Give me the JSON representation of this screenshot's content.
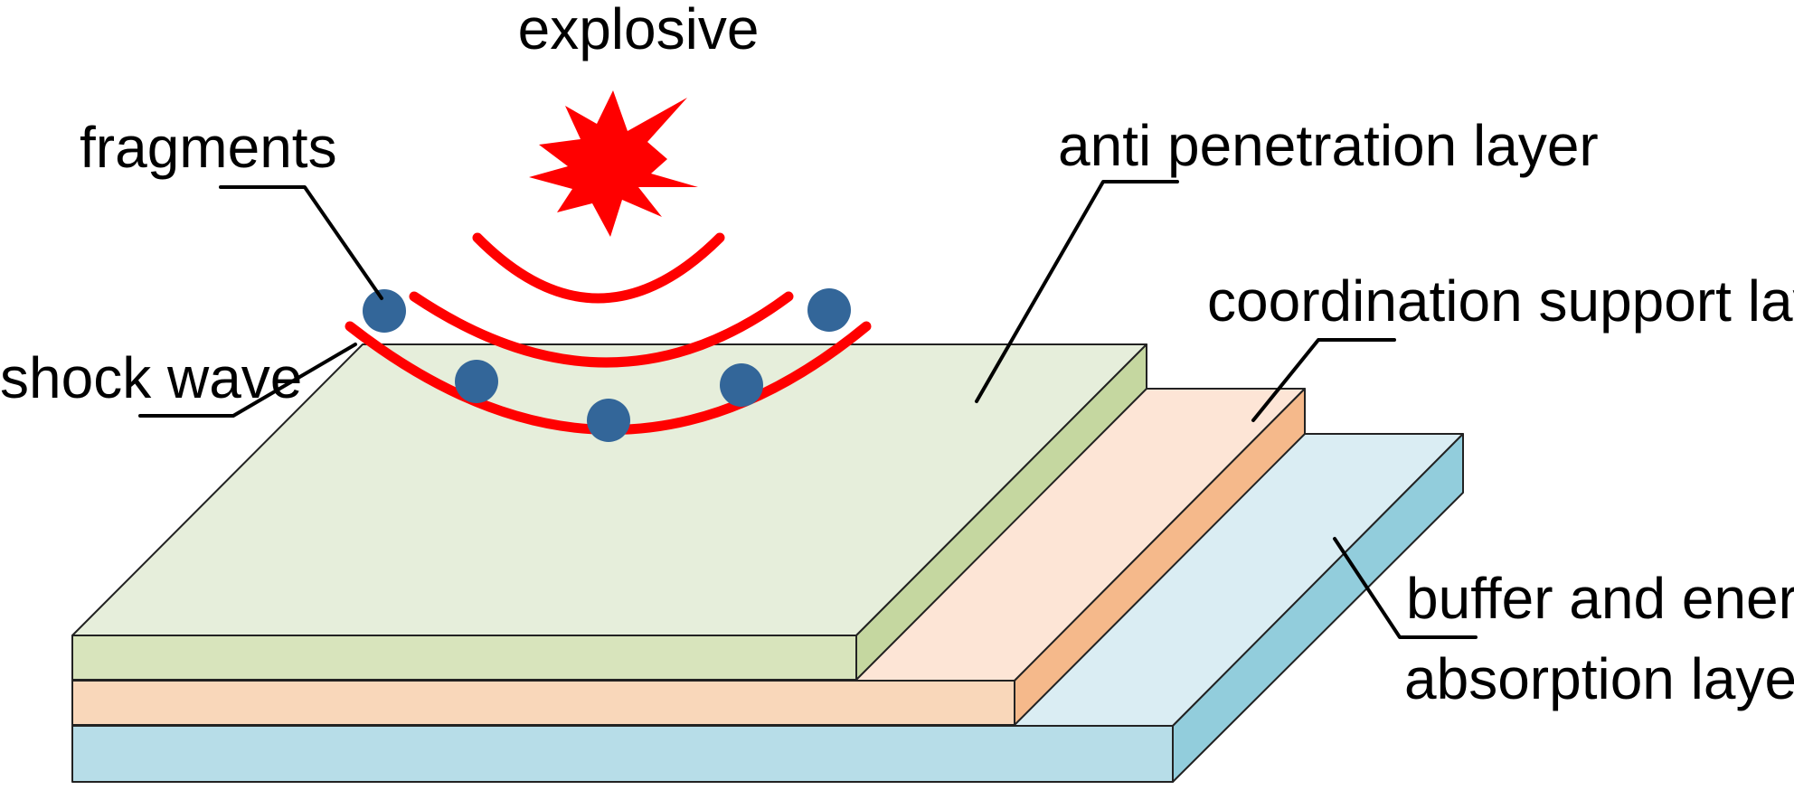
{
  "labels": {
    "explosive": "explosive",
    "fragments": "fragments",
    "shock_wave": "shock wave",
    "anti_penetration_layer": "anti penetration layer",
    "coordination_support_layer": "coordination support layer",
    "buffer_line1": "buffer and energy",
    "buffer_line2": "absorption layer"
  },
  "colors": {
    "explosion": "#ff0000",
    "shock_wave": "#ff0000",
    "fragment": "#336699",
    "anti_top": "#e6eedb",
    "anti_front": "#d8e4bc",
    "anti_side": "#c5d7a0",
    "coord_top": "#fde5d6",
    "coord_front": "#f9d7ba",
    "coord_side": "#f5b98b",
    "buffer_top": "#daedf3",
    "buffer_front": "#b7dde8",
    "buffer_side": "#92cddc"
  },
  "icons": {
    "explosion": "explosion-star-icon",
    "fragment": "fragment-dot-icon"
  }
}
